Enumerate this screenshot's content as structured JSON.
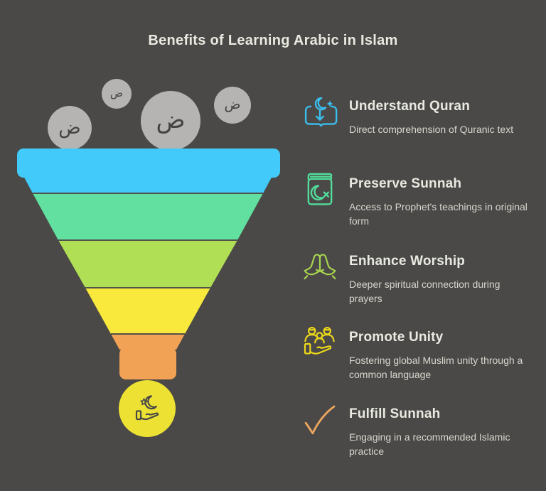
{
  "page": {
    "title": "Benefits of Learning Arabic in Islam",
    "background": "#4A4947"
  },
  "funnel": {
    "letter": "ض",
    "bubble_color": "#B5B4B2",
    "letter_color": "#454442",
    "separator_color": "#52524E",
    "segments": [
      {
        "label": "understand-quran",
        "color": "#42CBFA"
      },
      {
        "label": "preserve-sunnah",
        "color": "#62E0A0"
      },
      {
        "label": "enhance-worship",
        "color": "#B0DF55"
      },
      {
        "label": "promote-unity",
        "color": "#F8E93C"
      },
      {
        "label": "fulfill-sunnah",
        "color": "#F2A254"
      }
    ],
    "outlet_color": "#EDE233",
    "outlet_icon": "hand-holding-crescent-icon",
    "outlet_icon_color": "#4A4947"
  },
  "benefits": [
    {
      "icon": "quran-open-book-icon",
      "color": "#3BBFEF",
      "title": "Understand Quran",
      "description": "Direct comprehension of Quranic text"
    },
    {
      "icon": "sunnah-book-icon",
      "color": "#52DD9C",
      "title": "Preserve Sunnah",
      "description": "Access to Prophet's teachings in original form"
    },
    {
      "icon": "praying-hands-icon",
      "color": "#A9D54F",
      "title": "Enhance Worship",
      "description": "Deeper spiritual connection during prayers"
    },
    {
      "icon": "hand-holding-people-icon",
      "color": "#EFD918",
      "title": "Promote Unity",
      "description": "Fostering global Muslim unity through a common language"
    },
    {
      "icon": "checkmark-icon",
      "color": "#EFA75F",
      "title": "Fulfill Sunnah",
      "description": "Engaging in a recommended Islamic practice"
    }
  ]
}
